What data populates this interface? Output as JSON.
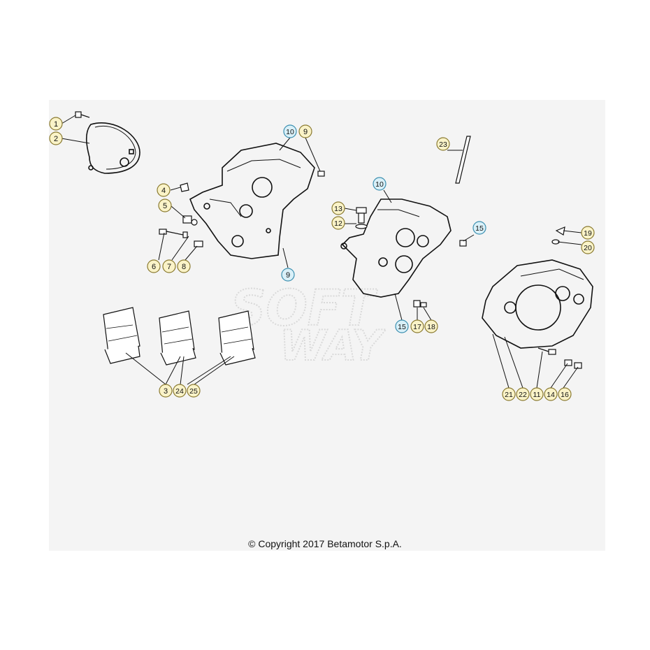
{
  "copyright": "© Copyright 2017 Betamotor S.p.A.",
  "watermark": "SOFT WAY",
  "colors": {
    "callout_yellow": "#faf3c8",
    "callout_blue": "#d9f0f8",
    "callout_border_yellow": "#8a7a30",
    "callout_border_blue": "#3b8fb0",
    "line": "#111111",
    "background": "#f4f4f4"
  },
  "callouts": [
    {
      "label": "1",
      "kind": "yellow"
    },
    {
      "label": "2",
      "kind": "yellow"
    },
    {
      "label": "10",
      "kind": "blue"
    },
    {
      "label": "9",
      "kind": "yellow"
    },
    {
      "label": "4",
      "kind": "yellow"
    },
    {
      "label": "5",
      "kind": "yellow"
    },
    {
      "label": "6",
      "kind": "yellow"
    },
    {
      "label": "7",
      "kind": "yellow"
    },
    {
      "label": "8",
      "kind": "yellow"
    },
    {
      "label": "9",
      "kind": "blue"
    },
    {
      "label": "23",
      "kind": "yellow"
    },
    {
      "label": "10",
      "kind": "blue"
    },
    {
      "label": "13",
      "kind": "yellow"
    },
    {
      "label": "12",
      "kind": "yellow"
    },
    {
      "label": "15",
      "kind": "blue"
    },
    {
      "label": "19",
      "kind": "yellow"
    },
    {
      "label": "20",
      "kind": "yellow"
    },
    {
      "label": "15",
      "kind": "blue"
    },
    {
      "label": "17",
      "kind": "yellow"
    },
    {
      "label": "18",
      "kind": "yellow"
    },
    {
      "label": "3",
      "kind": "yellow"
    },
    {
      "label": "24",
      "kind": "yellow"
    },
    {
      "label": "25",
      "kind": "yellow"
    },
    {
      "label": "21",
      "kind": "yellow"
    },
    {
      "label": "22",
      "kind": "yellow"
    },
    {
      "label": "11",
      "kind": "yellow"
    },
    {
      "label": "14",
      "kind": "yellow"
    },
    {
      "label": "16",
      "kind": "yellow"
    }
  ]
}
